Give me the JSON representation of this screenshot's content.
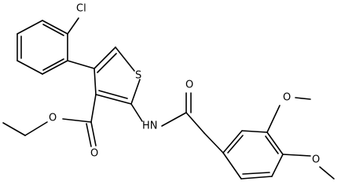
{
  "molecule": {
    "labels": {
      "chlorine": "Cl",
      "sulfur": "S",
      "carbonyl_oxygen_amide": "O",
      "amine": "HN",
      "carbonyl_oxygen_ester": "O",
      "ester_oxygen": "O",
      "methoxy_oxygen_top": "O",
      "methoxy_oxygen_bottom": "O"
    }
  }
}
